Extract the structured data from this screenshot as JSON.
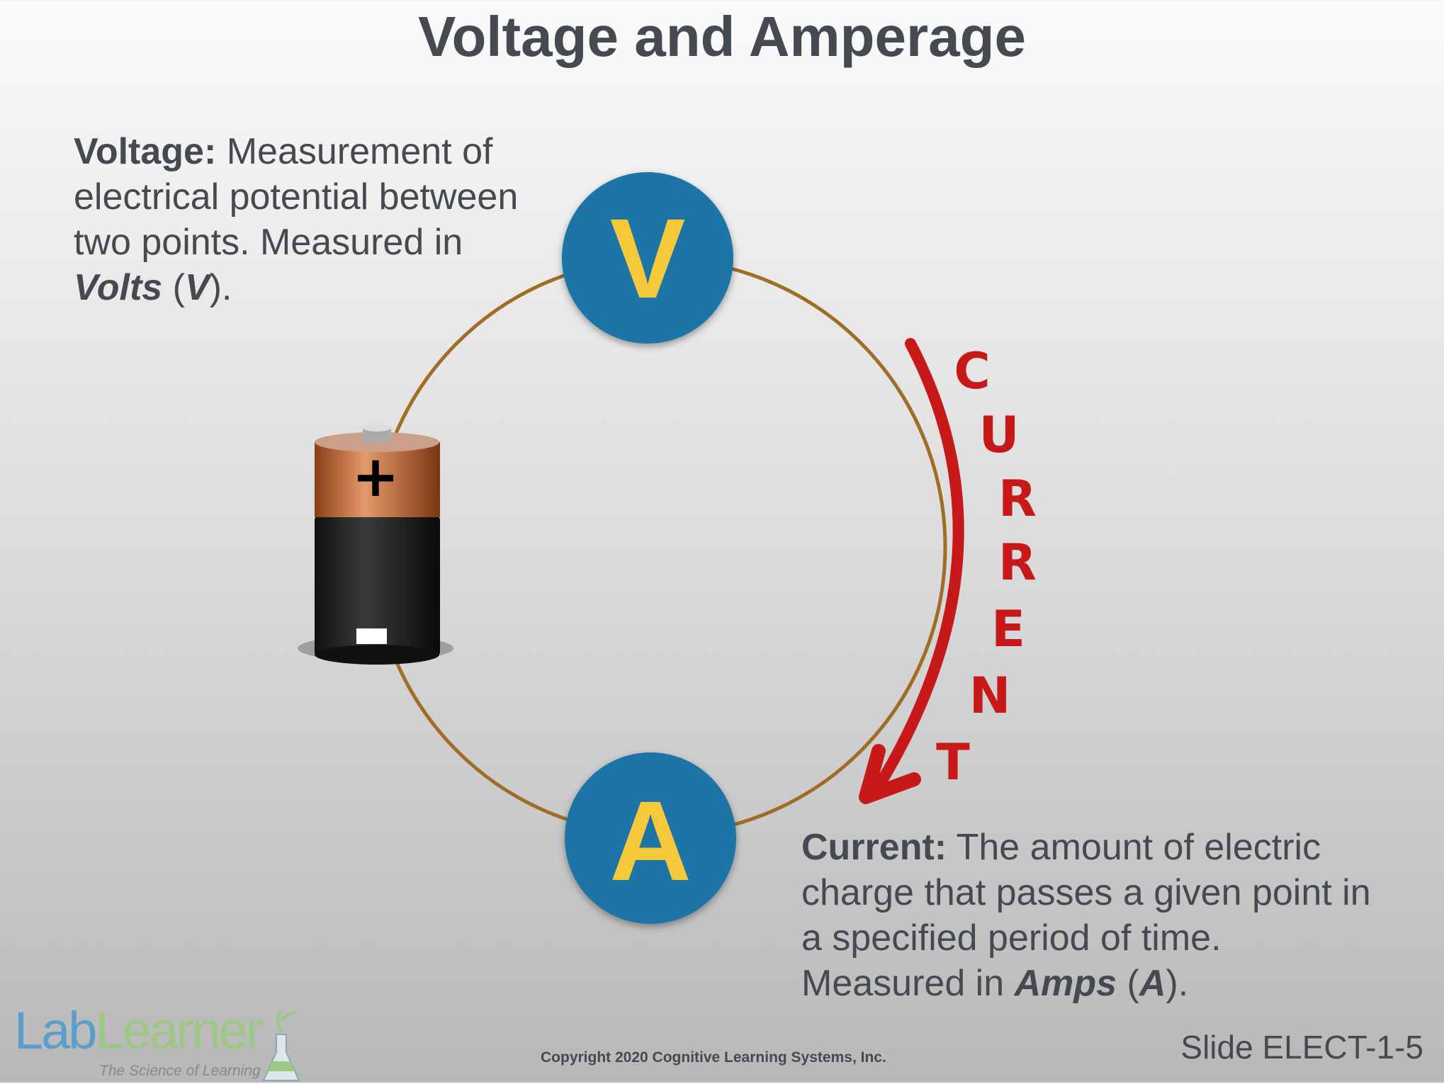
{
  "title": "Voltage and Amperage",
  "voltage": {
    "term": "Voltage:",
    "text": " Measurement of electrical potential between two points. Measured in ",
    "unit": "Volts",
    "open": " (",
    "symbol": "V",
    "close": ")."
  },
  "current": {
    "term": "Current:",
    "text": " The amount of electric charge that passes a given point in a specified period of time. Measured in ",
    "unit": "Amps",
    "open": " (",
    "symbol": "A",
    "close": ")."
  },
  "diagram": {
    "v_label": "V",
    "a_label": "A",
    "battery_plus": "+",
    "current_letters": [
      "C",
      "U",
      "R",
      "R",
      "E",
      "N",
      "T"
    ]
  },
  "footer": {
    "logo_lab": "Lab",
    "logo_learner": "Learner",
    "tagline": "The Science of Learning",
    "copyright": "Copyright 2020 Cognitive Learning Systems, Inc.",
    "slide": "Slide ELECT-1-5"
  },
  "colors": {
    "node": "#1b75a6",
    "node_text": "#f6c93a",
    "wire": "#a06d27",
    "current": "#c8191a"
  }
}
